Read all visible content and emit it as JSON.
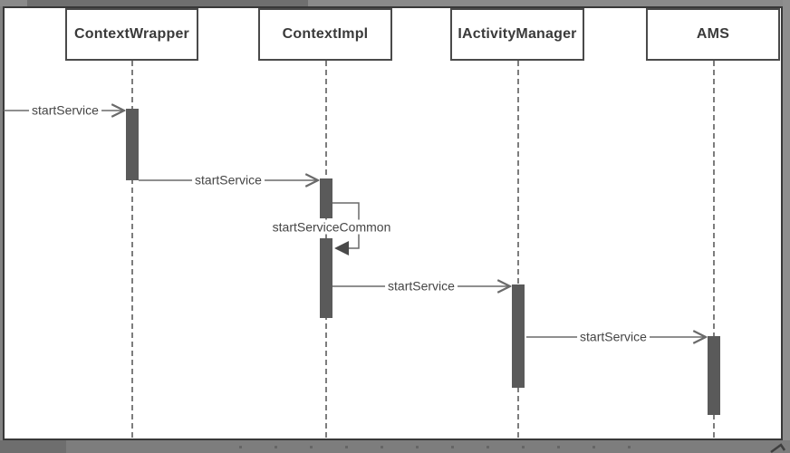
{
  "diagram": {
    "type": "sequence",
    "participants": [
      {
        "id": "context-wrapper",
        "label": "ContextWrapper"
      },
      {
        "id": "context-impl",
        "label": "ContextImpl"
      },
      {
        "id": "iactivity-manager",
        "label": "IActivityManager"
      },
      {
        "id": "ams",
        "label": "AMS"
      }
    ],
    "messages": [
      {
        "label": "startService",
        "from": "external",
        "to": "ContextWrapper",
        "arrow": "open"
      },
      {
        "label": "startService",
        "from": "ContextWrapper",
        "to": "ContextImpl",
        "arrow": "open"
      },
      {
        "label": "startServiceCommon",
        "from": "ContextImpl",
        "to": "ContextImpl",
        "arrow": "solid",
        "self": true
      },
      {
        "label": "startService",
        "from": "ContextImpl",
        "to": "IActivityManager",
        "arrow": "open"
      },
      {
        "label": "startService",
        "from": "IActivityManager",
        "to": "AMS",
        "arrow": "open"
      }
    ],
    "colors": {
      "activation_bar": "#5a5a5a",
      "wire": "#6a6a6a",
      "box_border": "#4a4a4a",
      "canvas_border": "#383838",
      "frame_gray": "#828282",
      "text": "#3a3a3a",
      "background": "#ffffff"
    }
  }
}
